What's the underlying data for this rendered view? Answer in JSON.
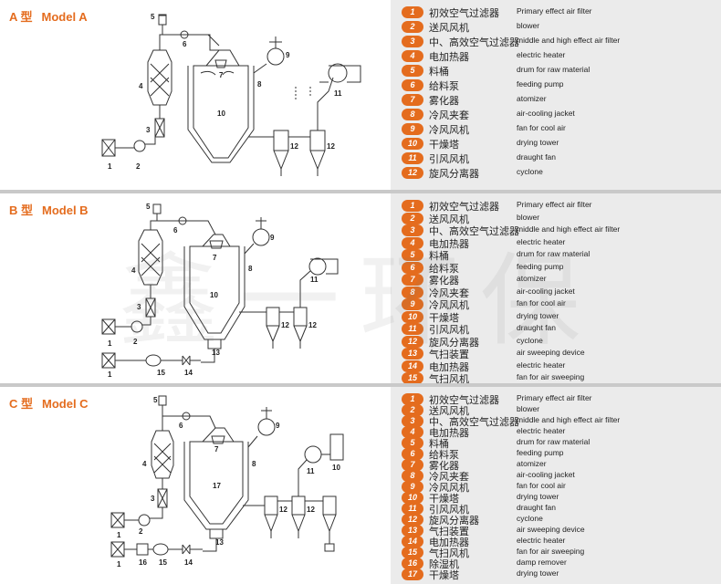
{
  "panels": [
    {
      "title_a": "A 型",
      "title_b": "Model A",
      "legend": [
        {
          "num": "1",
          "cn": "初效空气过滤器",
          "en": "Primary effect air filter"
        },
        {
          "num": "2",
          "cn": "送风风机",
          "en": "blower"
        },
        {
          "num": "3",
          "cn": "中、高效空气过滤器",
          "en": "middle and high effect air filter"
        },
        {
          "num": "4",
          "cn": "电加热器",
          "en": "electric heater"
        },
        {
          "num": "5",
          "cn": "料桶",
          "en": "drum for raw material"
        },
        {
          "num": "6",
          "cn": "给料泵",
          "en": "feeding pump"
        },
        {
          "num": "7",
          "cn": "雾化器",
          "en": "atomizer"
        },
        {
          "num": "8",
          "cn": "冷风夹套",
          "en": "air-cooling jacket"
        },
        {
          "num": "9",
          "cn": "冷风风机",
          "en": "fan for cool air"
        },
        {
          "num": "10",
          "cn": "干燥塔",
          "en": "drying tower"
        },
        {
          "num": "11",
          "cn": "引风风机",
          "en": "draught fan"
        },
        {
          "num": "12",
          "cn": "旋风分离器",
          "en": "cyclone"
        }
      ],
      "labels": [
        "1",
        "2",
        "3",
        "4",
        "5",
        "6",
        "7",
        "8",
        "9",
        "10",
        "11",
        "12",
        "12"
      ]
    },
    {
      "title_a": "B 型",
      "title_b": "Model B",
      "legend": [
        {
          "num": "1",
          "cn": "初效空气过滤器",
          "en": "Primary effect air filter"
        },
        {
          "num": "2",
          "cn": "送风风机",
          "en": "blower"
        },
        {
          "num": "3",
          "cn": "中、高效空气过滤器",
          "en": "middle and high effect air filter"
        },
        {
          "num": "4",
          "cn": "电加热器",
          "en": "electric heater"
        },
        {
          "num": "5",
          "cn": "料桶",
          "en": "drum for raw material"
        },
        {
          "num": "6",
          "cn": "给料泵",
          "en": "feeding pump"
        },
        {
          "num": "7",
          "cn": "雾化器",
          "en": "atomizer"
        },
        {
          "num": "8",
          "cn": "冷风夹套",
          "en": "air-cooling jacket"
        },
        {
          "num": "9",
          "cn": "冷风风机",
          "en": "fan for cool air"
        },
        {
          "num": "10",
          "cn": "干燥塔",
          "en": "drying tower"
        },
        {
          "num": "11",
          "cn": "引风风机",
          "en": "draught fan"
        },
        {
          "num": "12",
          "cn": "旋风分离器",
          "en": "cyclone"
        },
        {
          "num": "13",
          "cn": "气扫装置",
          "en": "air sweeping device"
        },
        {
          "num": "14",
          "cn": "电加热器",
          "en": "electric heater"
        },
        {
          "num": "15",
          "cn": "气扫风机",
          "en": "fan for air sweeping"
        }
      ],
      "labels": [
        "1",
        "2",
        "3",
        "4",
        "5",
        "6",
        "7",
        "8",
        "9",
        "10",
        "11",
        "12",
        "12",
        "13",
        "14",
        "15",
        "1"
      ]
    },
    {
      "title_a": "C 型",
      "title_b": "Model C",
      "legend": [
        {
          "num": "1",
          "cn": "初效空气过滤器",
          "en": "Primary effect air filter"
        },
        {
          "num": "2",
          "cn": "送风风机",
          "en": "blower"
        },
        {
          "num": "3",
          "cn": "中、高效空气过滤器",
          "en": "middle and high effect air filter"
        },
        {
          "num": "4",
          "cn": "电加热器",
          "en": "electric heater"
        },
        {
          "num": "5",
          "cn": "料桶",
          "en": "drum for raw material"
        },
        {
          "num": "6",
          "cn": "给料泵",
          "en": "feeding pump"
        },
        {
          "num": "7",
          "cn": "雾化器",
          "en": "atomizer"
        },
        {
          "num": "8",
          "cn": "冷风夹套",
          "en": "air-cooling jacket"
        },
        {
          "num": "9",
          "cn": "冷风风机",
          "en": "fan for cool air"
        },
        {
          "num": "10",
          "cn": "干燥塔",
          "en": "drying tower"
        },
        {
          "num": "11",
          "cn": "引风风机",
          "en": "draught fan"
        },
        {
          "num": "12",
          "cn": "旋风分离器",
          "en": "cyclone"
        },
        {
          "num": "13",
          "cn": "气扫装置",
          "en": "air sweeping device"
        },
        {
          "num": "14",
          "cn": "电加热器",
          "en": "electric heater"
        },
        {
          "num": "15",
          "cn": "气扫风机",
          "en": "fan for air sweeping"
        },
        {
          "num": "16",
          "cn": "除湿机",
          "en": "damp remover"
        },
        {
          "num": "17",
          "cn": "干燥塔",
          "en": "drying tower"
        }
      ],
      "labels": [
        "1",
        "2",
        "3",
        "4",
        "5",
        "6",
        "7",
        "8",
        "9",
        "10",
        "11",
        "12",
        "12",
        "13",
        "14",
        "15",
        "16",
        "17",
        "1"
      ]
    }
  ],
  "watermark": "鑫一环保",
  "colors": {
    "accent": "#e46c1e",
    "legend_bg": "#ebebeb",
    "line": "#333333"
  }
}
